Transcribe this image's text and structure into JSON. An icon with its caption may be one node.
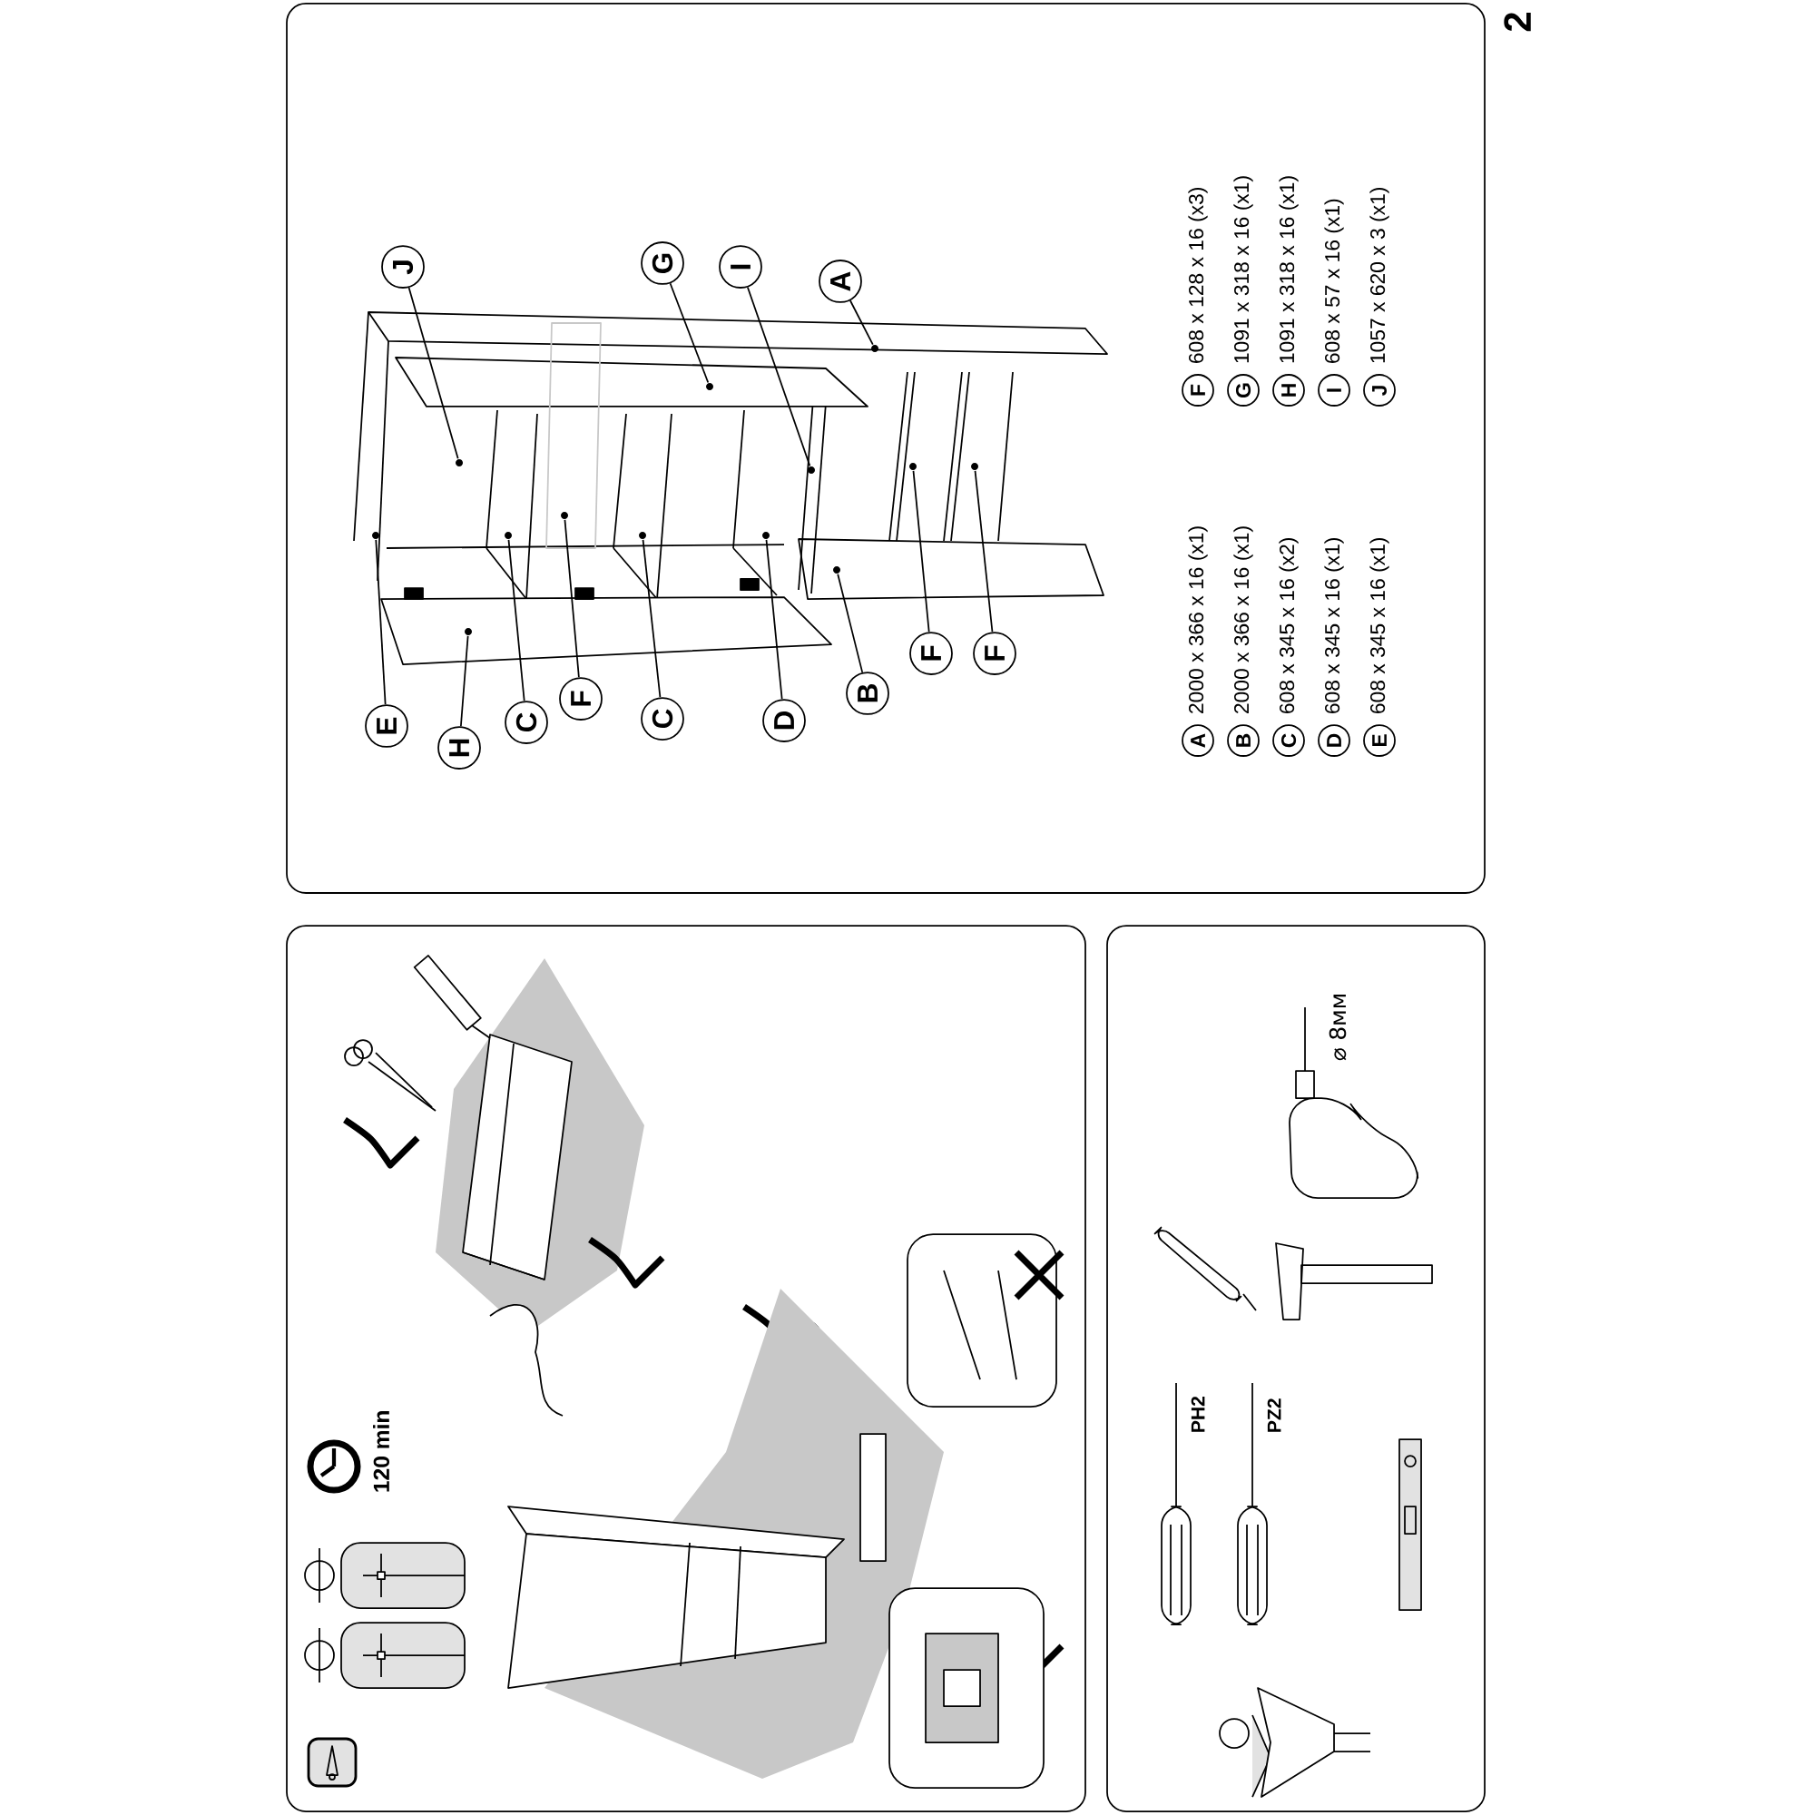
{
  "diagram": {
    "nodes": [
      {
        "text": [
          "J"
        ]
      },
      {
        "text": [
          "G"
        ]
      },
      {
        "text": [
          "I"
        ]
      },
      {
        "text": [
          "A"
        ]
      },
      {
        "text": [
          "E"
        ]
      },
      {
        "text": [
          "H"
        ]
      },
      {
        "text": [
          "C"
        ]
      },
      {
        "text": [
          "F"
        ]
      },
      {
        "text": [
          "C"
        ]
      },
      {
        "text": [
          "D"
        ]
      },
      {
        "text": [
          "B"
        ]
      },
      {
        "text": [
          "F"
        ]
      },
      {
        "text": [
          "F"
        ]
      },
      {
        "text": [
          "A"
        ],
        "beside": [
          "2000 x 366 x 16 (x1)"
        ]
      },
      {
        "text": [
          "B"
        ],
        "beside": [
          "2000 x 366 x 16 (x1)"
        ]
      },
      {
        "text": [
          "C"
        ],
        "beside": [
          "608 x 345 x 16 (x2)"
        ]
      },
      {
        "text": [
          "D"
        ],
        "beside": [
          "608 x 345 x 16 (x1)"
        ]
      },
      {
        "text": [
          "E"
        ],
        "beside": [
          "608 x 345 x 16 (x1)"
        ]
      },
      {
        "text": [
          "F"
        ],
        "beside": [
          "608 x 128 x 16 (x3)"
        ]
      },
      {
        "text": [
          "G"
        ],
        "beside": [
          "1091 x 318 x 16 (x1)"
        ]
      },
      {
        "text": [
          "H"
        ],
        "beside": [
          "1091 x 318 x 16 (x1)"
        ]
      },
      {
        "text": [
          "I"
        ],
        "beside": [
          "608 x 57 x 16 (x1)"
        ]
      },
      {
        "text": [
          "J"
        ],
        "beside": [
          "1057 x 620 x 3 (x1)"
        ]
      },
      {
        "text": [],
        "shape": "circle"
      },
      {
        "text": [],
        "shape": "circle"
      },
      {
        "text": [],
        "shape": "circle"
      },
      {
        "text": [],
        "shape": "circle"
      },
      {
        "text": [],
        "shape": "circle"
      },
      {
        "text": [],
        "shape": "circle"
      },
      {
        "text": [],
        "shape": "circle"
      },
      {
        "text": [],
        "shape": "circle"
      },
      {
        "text": [],
        "shape": "circle"
      },
      {
        "text": [],
        "shape": "circle"
      },
      {
        "text": [],
        "shape": "circle"
      },
      {
        "text": [],
        "shape": "circle"
      },
      {
        "text": [],
        "shape": "circle"
      }
    ],
    "edges": [
      {
        "from": 0,
        "to": 23,
        "arrow": "none"
      },
      {
        "from": 1,
        "to": 24,
        "arrow": "none"
      },
      {
        "from": 2,
        "to": 25,
        "arrow": "none"
      },
      {
        "from": 3,
        "to": 26,
        "arrow": "none"
      },
      {
        "from": 4,
        "to": 27,
        "arrow": "none"
      },
      {
        "from": 5,
        "to": 28,
        "arrow": "none"
      },
      {
        "from": 6,
        "to": 29,
        "arrow": "none"
      },
      {
        "from": 7,
        "to": 30,
        "arrow": "none"
      },
      {
        "from": 8,
        "to": 31,
        "arrow": "none"
      },
      {
        "from": 9,
        "to": 32,
        "arrow": "none"
      },
      {
        "from": 10,
        "to": 33,
        "arrow": "none"
      },
      {
        "from": 11,
        "to": 34,
        "arrow": "none"
      },
      {
        "from": 12,
        "to": 35,
        "arrow": "none"
      }
    ],
    "labels": [
      "2",
      "120 min",
      "PH2",
      "PZ2",
      "⌀ 8мм"
    ]
  }
}
